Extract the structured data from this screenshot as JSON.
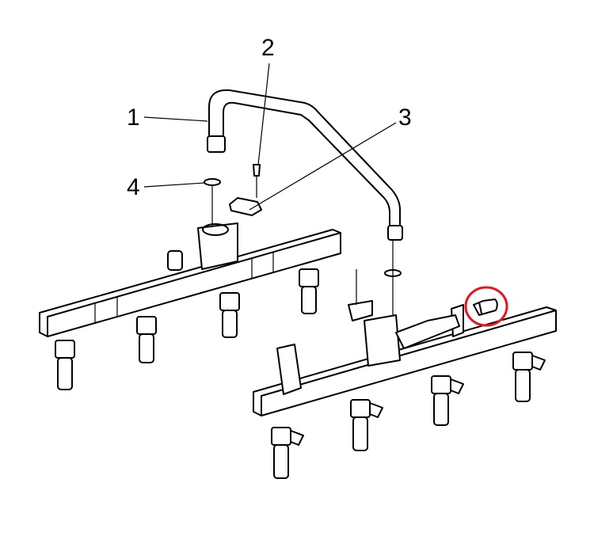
{
  "diagram": {
    "type": "exploded-parts-view",
    "subject": "fuel rail assembly with crossover pipe and injectors",
    "callouts": [
      {
        "id": "1",
        "label": "1",
        "points_to": "fuel crossover pipe"
      },
      {
        "id": "2",
        "label": "2",
        "points_to": "bolt"
      },
      {
        "id": "3",
        "label": "3",
        "points_to": "retaining bracket"
      },
      {
        "id": "4",
        "label": "4",
        "points_to": "o-ring seal"
      }
    ],
    "highlight": {
      "shape": "circle",
      "color": "#e8141c",
      "target": "fuel rail inlet fitting"
    },
    "components": [
      "crossover pipe",
      "left fuel rail",
      "right fuel rail",
      "fuel injectors (8)",
      "brackets",
      "bolts",
      "o-rings"
    ]
  },
  "colors": {
    "line": "#000000",
    "background": "#ffffff",
    "highlight": "#e8141c"
  }
}
